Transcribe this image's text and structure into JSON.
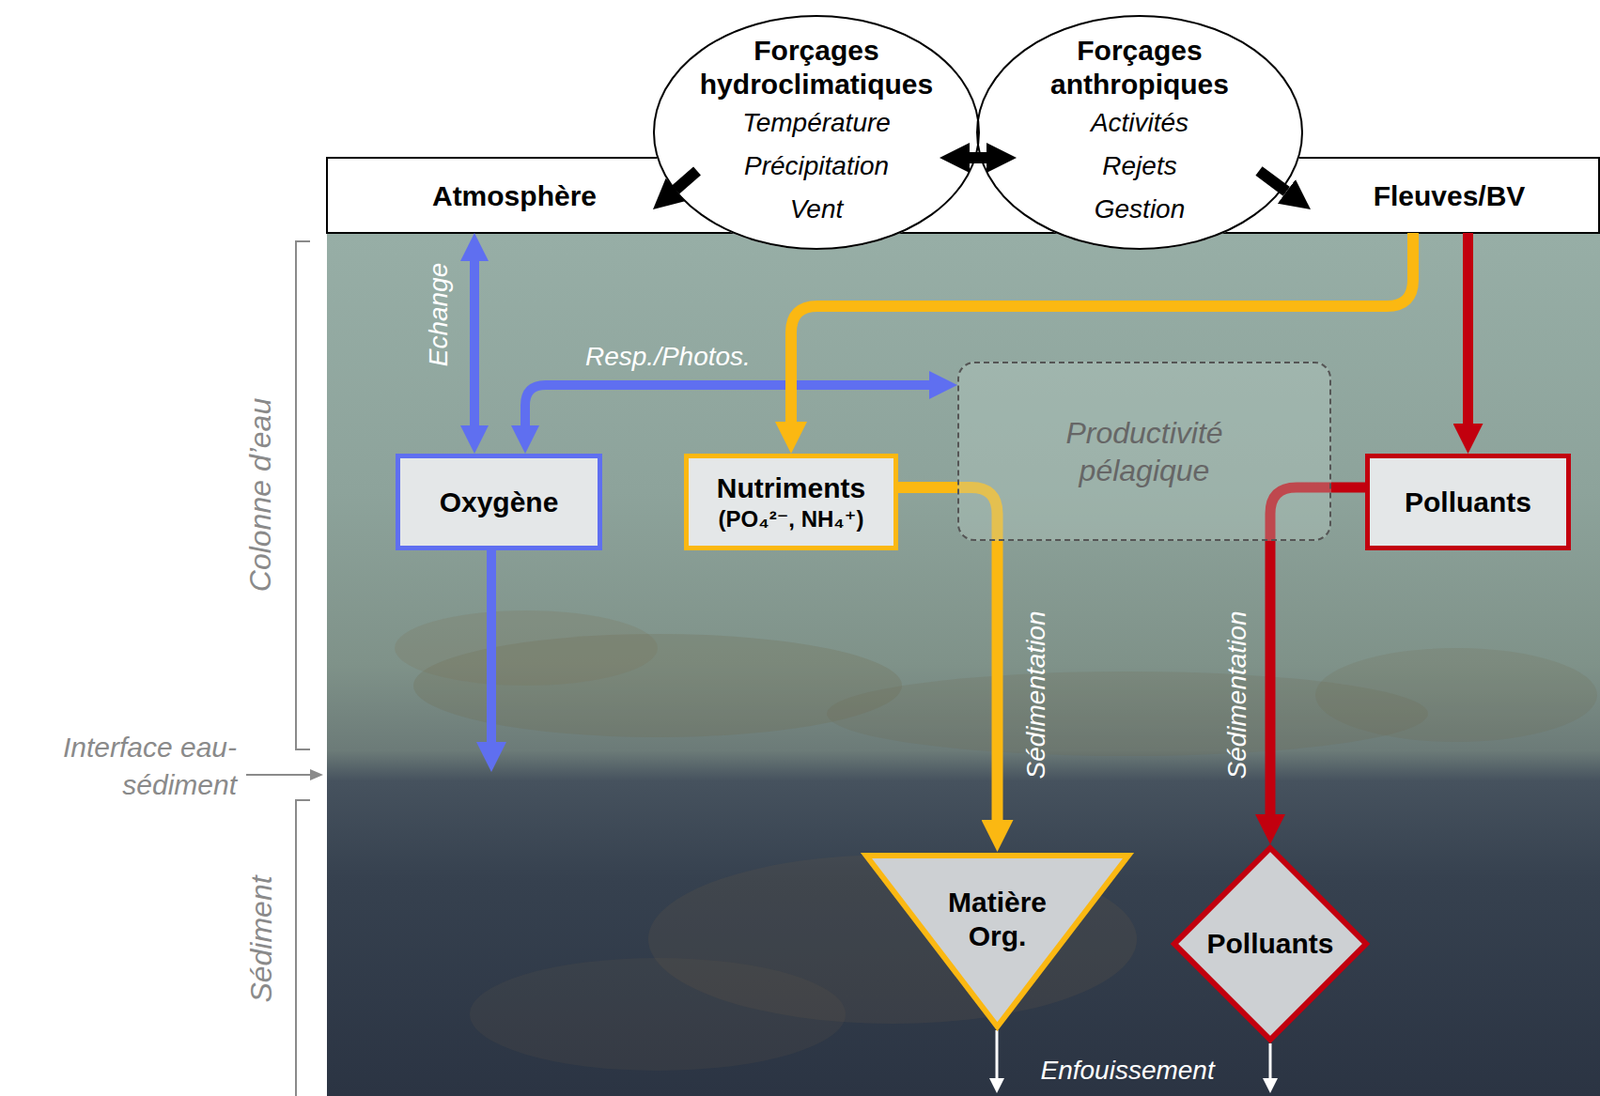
{
  "diagram": {
    "nodes": [
      {
        "text": [
          "Forçages hydroclimatiques",
          "Température",
          "Précipitation",
          "Vent"
        ]
      },
      {
        "text": [
          "Forçages anthropiques",
          "Activités",
          "Rejets",
          "Gestion"
        ]
      },
      {
        "text": [
          "Atmosphère"
        ]
      },
      {
        "text": [
          "Fleuves/BV"
        ]
      },
      {
        "text": [
          "Oxygène"
        ]
      },
      {
        "text": [
          "Nutriments",
          "(PO₄²⁻, NH₄⁺)"
        ]
      },
      {
        "text": [
          "Productivité pélagique"
        ]
      },
      {
        "text": [
          "Polluants"
        ]
      },
      {
        "text": [
          "Matière Org."
        ]
      },
      {
        "text": [
          "Polluants"
        ]
      }
    ],
    "edges": [
      {
        "from": 0,
        "to": 1,
        "arrow": "both"
      },
      {
        "from": 0,
        "to": 2,
        "arrow": "to"
      },
      {
        "from": 1,
        "to": 3,
        "arrow": "to"
      },
      {
        "from": 2,
        "to": 4,
        "label": "Echange",
        "arrow": "both"
      },
      {
        "from": 6,
        "to": 4,
        "label": "Resp./Photos.",
        "arrow": "both"
      },
      {
        "from": 3,
        "to": 5,
        "arrow": "to"
      },
      {
        "from": 3,
        "to": 7,
        "arrow": "to"
      },
      {
        "from": 5,
        "to": 8,
        "label": "Sédimentation",
        "arrow": "to"
      },
      {
        "from": 7,
        "to": 9,
        "label": "Sédimentation",
        "arrow": "to"
      }
    ],
    "labels": [
      "Colonne d’eau",
      "Interface eau-sédiment",
      "Sédiment",
      "Enfouissement"
    ]
  }
}
